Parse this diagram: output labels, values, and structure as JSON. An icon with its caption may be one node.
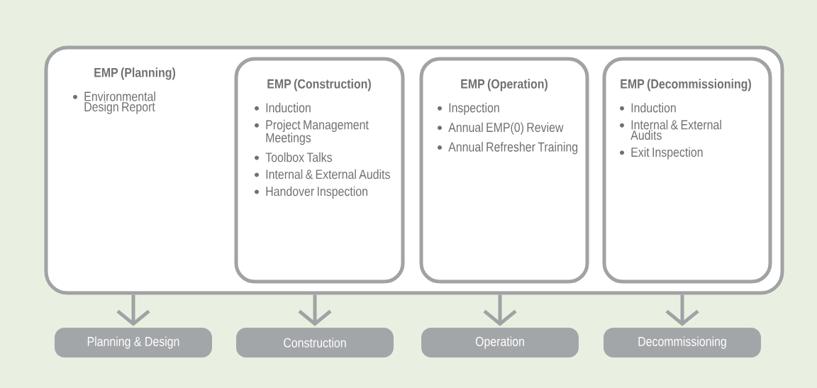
{
  "diagram": {
    "nodes": [
      {
        "text": [
          "EMP (Planning)",
          "Environmental Design Report"
        ]
      },
      {
        "text": [
          "EMP (Construction)",
          "Induction",
          "Project Management Meetings",
          "Toolbox Talks",
          "Internal & External Audits",
          "Handover Inspection"
        ],
        "in": 0
      },
      {
        "text": [
          "EMP (Operation)",
          "Inspection",
          "Annual EMP(0) Review",
          "Annual Refresher Training"
        ],
        "in": 0
      },
      {
        "text": [
          "EMP (Decommissioning)",
          "Induction",
          "Internal & External Audits",
          "Exit Inspection"
        ],
        "in": 0
      },
      {
        "text": [
          "Planning & Design"
        ]
      },
      {
        "text": [
          "Construction"
        ]
      },
      {
        "text": [
          "Operation"
        ]
      },
      {
        "text": [
          "Decommissioning"
        ]
      }
    ],
    "edges": [
      {
        "from": 0,
        "to": 4,
        "arrow": "to"
      },
      {
        "from": 0,
        "to": 5,
        "arrow": "to"
      },
      {
        "from": 0,
        "to": 6,
        "arrow": "to"
      },
      {
        "from": 0,
        "to": 7,
        "arrow": "to"
      }
    ]
  }
}
